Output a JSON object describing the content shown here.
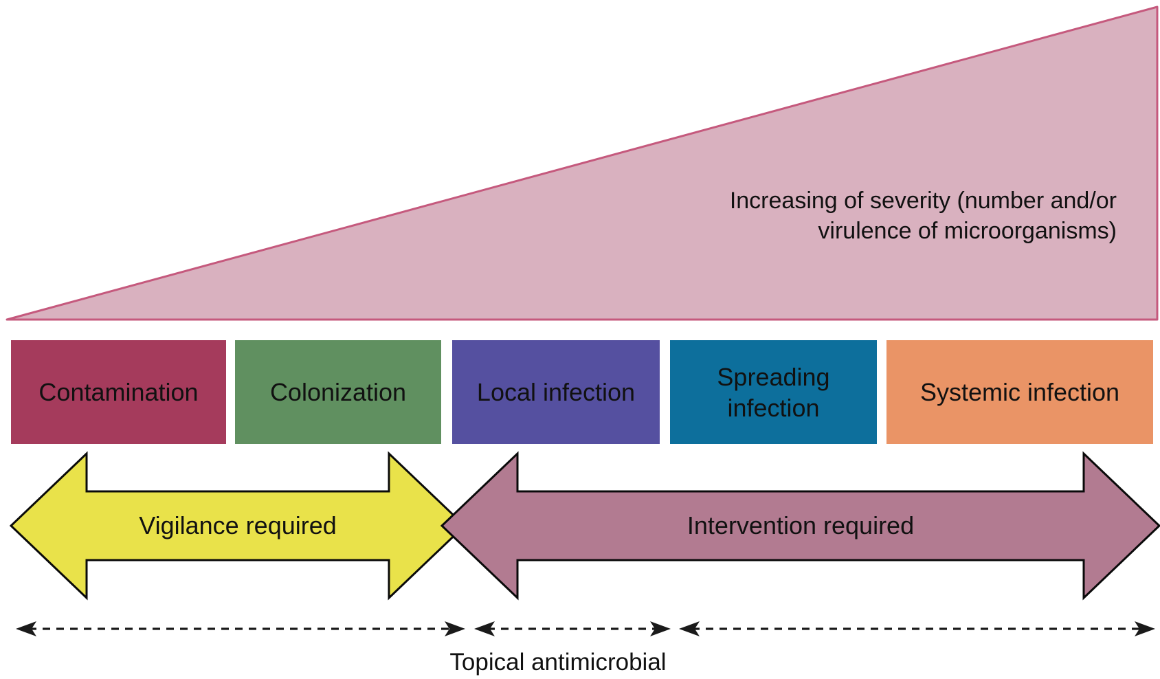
{
  "triangle": {
    "label_line1": "Increasing of severity (number and/or",
    "label_line2": "virulence of microorganisms)",
    "fill": "#d9b1bf",
    "stroke": "#c5597d"
  },
  "stages": [
    {
      "label": "Contamination",
      "color": "#a53b5c"
    },
    {
      "label": "Colonization",
      "color": "#609060"
    },
    {
      "label": "Local infection",
      "color": "#5550a0"
    },
    {
      "label": "Spreading infection",
      "color": "#0d6f9c"
    },
    {
      "label": "Systemic infection",
      "color": "#ea9466"
    }
  ],
  "arrows": [
    {
      "label": "Vigilance required",
      "color": "#e9e24a",
      "outline": "#0a0a0a"
    },
    {
      "label": "Intervention required",
      "color": "#b27b91",
      "outline": "#0a0a0a"
    }
  ],
  "dashed_line": {
    "color": "#1a1a1a"
  },
  "footer": {
    "label": "Topical antimicrobial"
  }
}
